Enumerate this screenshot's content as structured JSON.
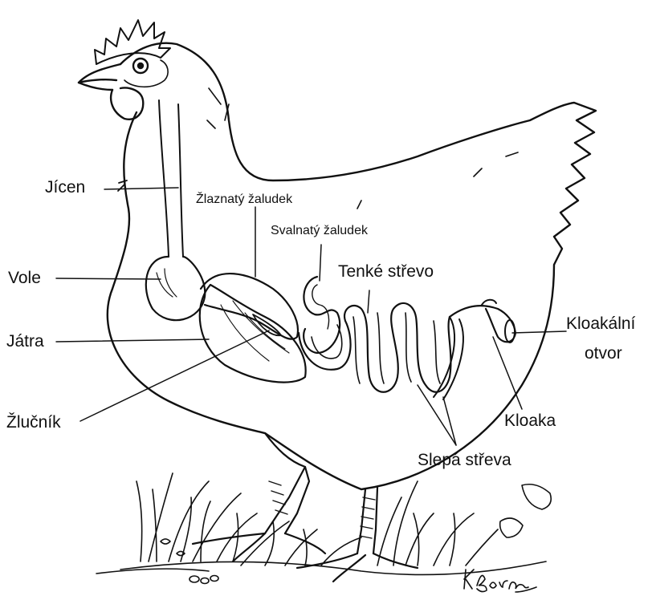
{
  "labels": {
    "jicen": "Jícen",
    "zlaznaty_zaludek": "Žlaznatý žaludek",
    "svalnaty_zaludek": "Svalnatý žaludek",
    "tenke_strevo": "Tenké střevo",
    "vole": "Vole",
    "jatra": "Játra",
    "kloakalni_line1": "Kloakální",
    "kloakalni_line2": "otvor",
    "zlucnik": "Žlučník",
    "kloaka": "Kloaka",
    "slepa_streva": "Slepá střeva"
  },
  "signature": "K. Born",
  "colors": {
    "ink": "#111111",
    "background": "#ffffff"
  }
}
